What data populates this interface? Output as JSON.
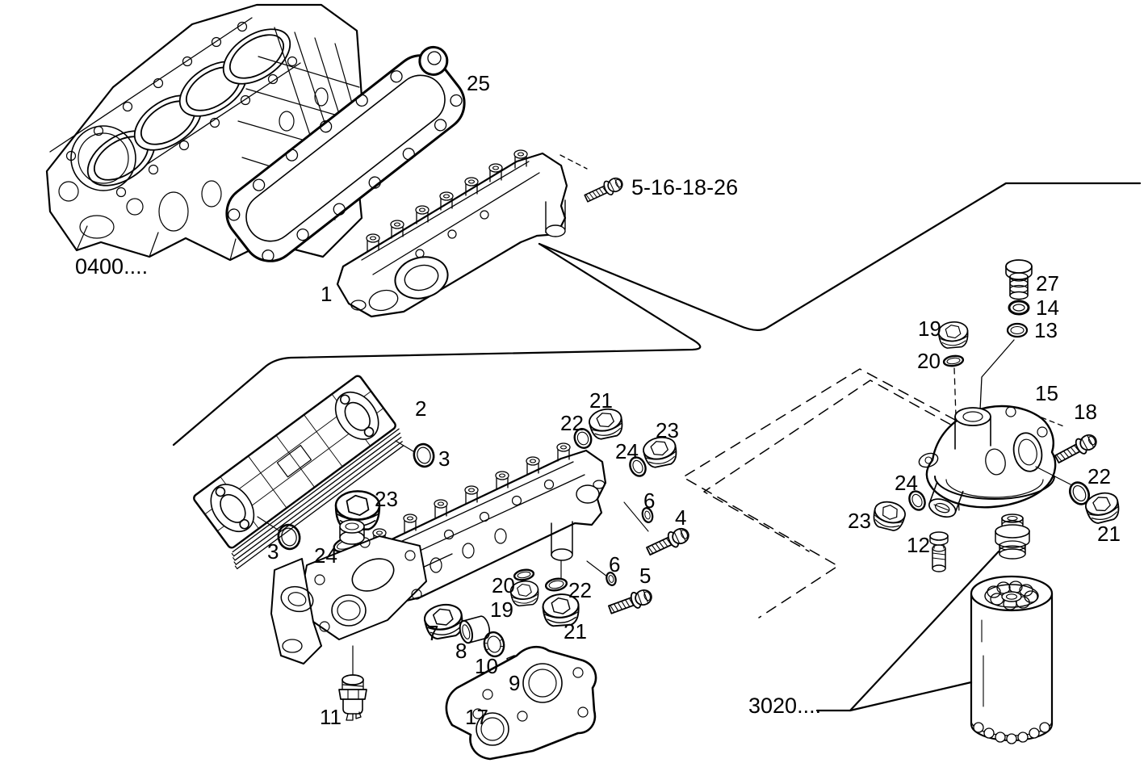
{
  "page": {
    "background": "#ffffff",
    "ink": "#000000",
    "type": "exploded-parts-diagram",
    "subject": "engine oil cooler, oil cooler housing and oil filter assembly"
  },
  "callouts": [
    {
      "text": "0400...."
    },
    {
      "text": "25"
    },
    {
      "text": "1"
    },
    {
      "text": "5-16-18-26"
    },
    {
      "text": "2"
    },
    {
      "text": "3"
    },
    {
      "text": "23"
    },
    {
      "text": "3"
    },
    {
      "text": "24"
    },
    {
      "text": "22"
    },
    {
      "text": "21"
    },
    {
      "text": "24"
    },
    {
      "text": "23"
    },
    {
      "text": "6"
    },
    {
      "text": "4"
    },
    {
      "text": "6"
    },
    {
      "text": "5"
    },
    {
      "text": "20"
    },
    {
      "text": "19"
    },
    {
      "text": "22"
    },
    {
      "text": "21"
    },
    {
      "text": "7"
    },
    {
      "text": "8"
    },
    {
      "text": "10"
    },
    {
      "text": "9"
    },
    {
      "text": "11"
    },
    {
      "text": "17"
    },
    {
      "text": "27"
    },
    {
      "text": "14"
    },
    {
      "text": "13"
    },
    {
      "text": "19"
    },
    {
      "text": "20"
    },
    {
      "text": "15"
    },
    {
      "text": "18"
    },
    {
      "text": "22"
    },
    {
      "text": "21"
    },
    {
      "text": "24"
    },
    {
      "text": "23"
    },
    {
      "text": "12"
    },
    {
      "text": "3020...."
    }
  ]
}
